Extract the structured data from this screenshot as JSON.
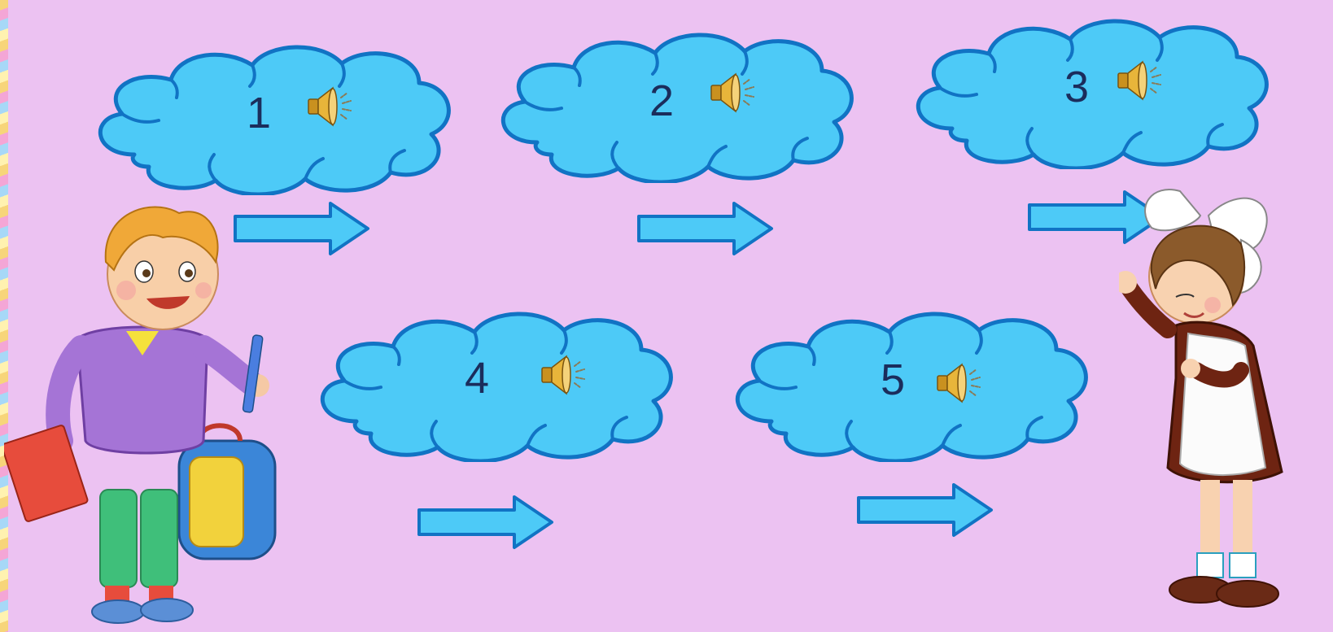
{
  "slide": {
    "background_color": "#ecc2f2",
    "cloud_fill": "#4dcaf7",
    "cloud_stroke": "#1173c4",
    "arrow_fill": "#4dcaf7",
    "arrow_stroke": "#1173c4"
  },
  "clouds": [
    {
      "number": "1",
      "icon": "speaker-icon"
    },
    {
      "number": "2",
      "icon": "speaker-icon"
    },
    {
      "number": "3",
      "icon": "speaker-icon"
    },
    {
      "number": "4",
      "icon": "speaker-icon"
    },
    {
      "number": "5",
      "icon": "speaker-icon"
    }
  ],
  "characters": {
    "boy": "boy-with-book-and-backpack",
    "girl": "schoolgirl-in-uniform"
  }
}
